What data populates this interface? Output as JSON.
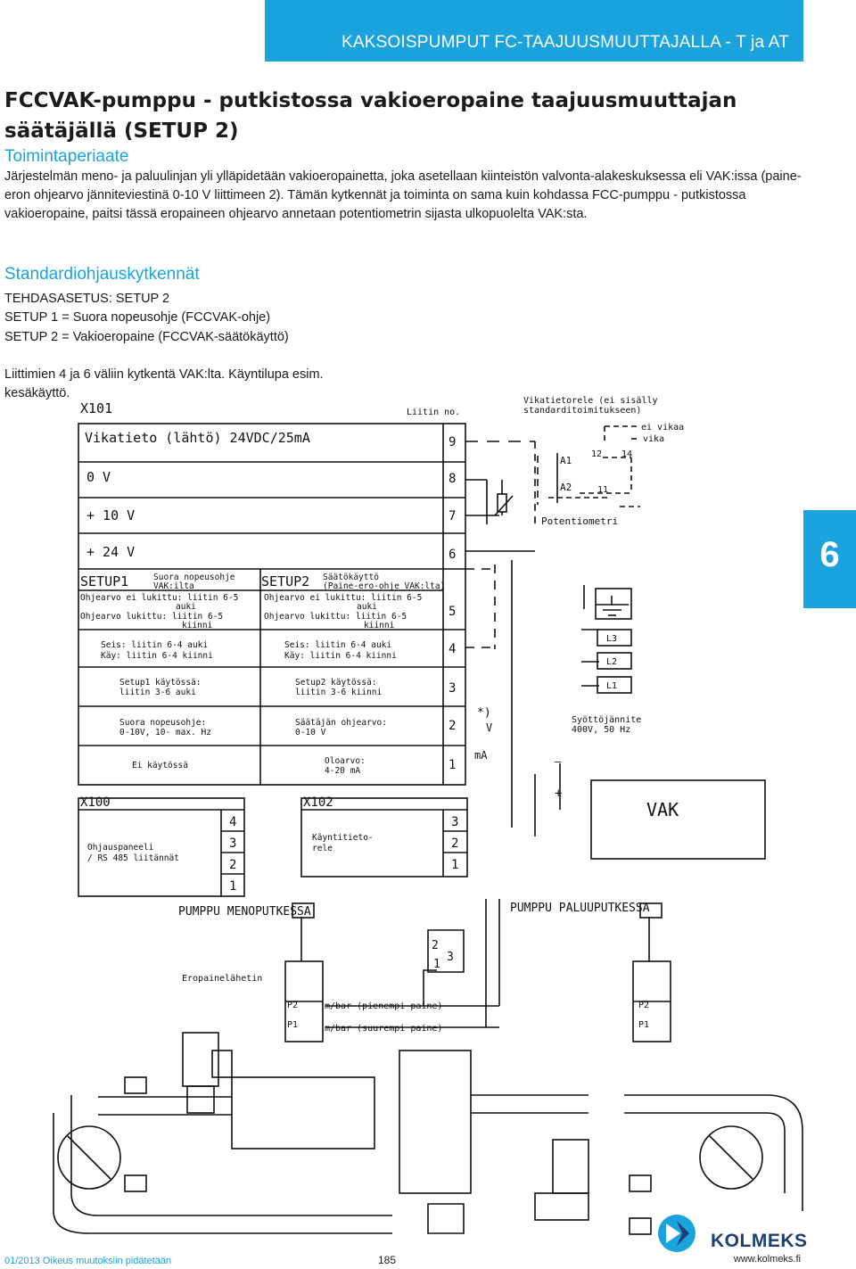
{
  "header": {
    "title": "KAKSOISPUMPUT FC-TAAJUUSMUUTTAJALLA - T ja AT"
  },
  "page_title": "FCCVAK-pumppu - putkistossa vakioeropaine taajuusmuuttajan säätäjällä (SETUP 2)",
  "section1": {
    "heading": "Toimintaperiaate",
    "text": "Järjestelmän meno- ja paluulinjan yli ylläpidetään vakioeropainetta, joka asetellaan kiinteistön valvonta-alakeskuksessa eli VAK:issa (paine-eron ohjearvo jänniteviestinä 0-10 V liittimeen 2). Tämän kytkennät ja toiminta on sama kuin kohdassa FCC-pumppu - putkistossa vakioeropaine, paitsi tässä eropaineen ohjearvo annetaan potentiometrin sijasta ulkopuolelta VAK:sta."
  },
  "section2": {
    "heading": "Standardiohjauskytkennät",
    "lines": [
      "TEHDASASETUS: SETUP 2",
      "SETUP 1 = Suora nopeusohje (FCCVAK-ohje)",
      "SETUP 2 = Vakioeropaine (FCCVAK-säätökäyttö)"
    ],
    "note": "Liittimien 4 ja 6 väliin kytkentä VAK:lta. Käyntilupa esim. kesäkäyttö."
  },
  "side_tab": {
    "number": "6"
  },
  "diagram": {
    "x101": "X101",
    "liitin_no": "Liitin no.",
    "fault_relay": [
      "Vikatietorele (ei sisälly",
      "standarditoimitukseen)"
    ],
    "ei_vikaa": "ei vikaa",
    "vika": "vika",
    "relay_labels": {
      "a1": "A1",
      "a2": "A2",
      "t12": "12",
      "t14": "14",
      "t11": "11"
    },
    "potentiometer": "Potentiometri",
    "rows": {
      "vikatieto": "Vikatieto (lähtö) 24VDC/25mA",
      "zero_v": "0 V",
      "plus10": "+ 10 V",
      "plus24": "+ 24 V"
    },
    "terminals": [
      "9",
      "8",
      "7",
      "6",
      "5",
      "4",
      "3",
      "2",
      "1"
    ],
    "setup1": {
      "label": "SETUP1",
      "mode": [
        "Suora nopeusohje",
        "VAK:ilta"
      ],
      "lock_off": [
        "Ohjearvo ei lukittu: liitin 6-5",
        "auki"
      ],
      "lock_on": [
        "Ohjearvo lukittu: liitin 6-5",
        "kiinni"
      ],
      "run": [
        "Seis: liitin 6-4 auki",
        "Käy: liitin 6-4 kiinni"
      ],
      "active": [
        "Setup1 käytössä:",
        "liitin 3-6 auki"
      ],
      "reference": [
        "Suora nopeusohje:",
        "0-10V, 10- max. Hz"
      ],
      "not_used": "Ei käytössä"
    },
    "setup2": {
      "label": "SETUP2",
      "mode": [
        "Säätökäyttö",
        "(Paine-ero-ohje VAK:lta)"
      ],
      "lock_off": [
        "Ohjearvo ei lukittu: liitin 6-5",
        "auki"
      ],
      "lock_on": [
        "Ohjearvo lukittu: liitin 6-5",
        "kiinni"
      ],
      "run": [
        "Seis: liitin 6-4 auki",
        "Käy: liitin 6-4 kiinni"
      ],
      "active": [
        "Setup2 käytössä:",
        "liitin 3-6 kiinni"
      ],
      "reference": [
        "Säätäjän ohjearvo:",
        "0-10 V"
      ],
      "actual": [
        "Oloarvo:",
        "4-20 mA"
      ]
    },
    "star_note": "*)",
    "volt": "V",
    "ma": "mA",
    "minus": "—",
    "plus": "+",
    "supply": [
      "Syöttöjännite",
      "400V, 50 Hz"
    ],
    "phases": [
      "L3",
      "L2",
      "L1"
    ],
    "vak": "VAK",
    "x100": {
      "label": "X100",
      "desc": [
        "Ohjauspaneeli",
        "/ RS 485 liitännät"
      ],
      "terms": [
        "4",
        "3",
        "2",
        "1"
      ]
    },
    "x102": {
      "label": "X102",
      "desc": [
        "Käyntitieto-",
        "rele"
      ],
      "terms": [
        "3",
        "2",
        "1"
      ]
    },
    "pump_supply": "PUMPPU MENOPUTKESSA",
    "pump_return": "PUMPPU PALUUPUTKESSA",
    "connector": {
      "p2": "2",
      "p1": "1",
      "p3": "3"
    },
    "sensor": "Eropainelähetin",
    "p2": "P2",
    "p1": "P1",
    "p2_desc": "m/bar (pienempi paine)",
    "p1_desc": "m/bar (suurempi paine)"
  },
  "footer": {
    "left": "01/2013 Oikeus muutoksiin pidätetään",
    "page": "185",
    "url": "www.kolmeks.fi",
    "logo": "KOLMEKS"
  },
  "colors": {
    "accent": "#1aa3dc",
    "logo": "#1f3f73"
  }
}
